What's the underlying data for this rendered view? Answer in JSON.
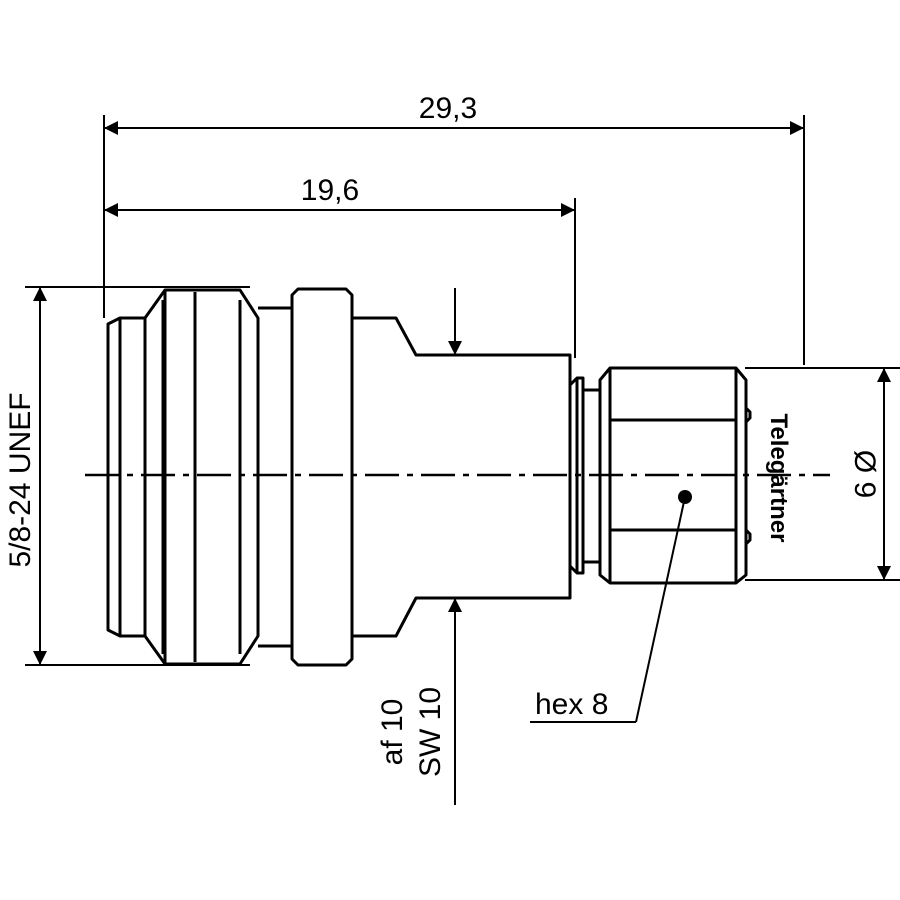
{
  "drawing": {
    "dimension_overall": "29,3",
    "dimension_body": "19,6",
    "thread_spec": "5/8-24 UNEF",
    "diameter_label": "Ø 9",
    "wrench_af": "af 10",
    "wrench_sw": "SW 10",
    "hex_label": "hex 8",
    "brand": "Telegärtner"
  }
}
